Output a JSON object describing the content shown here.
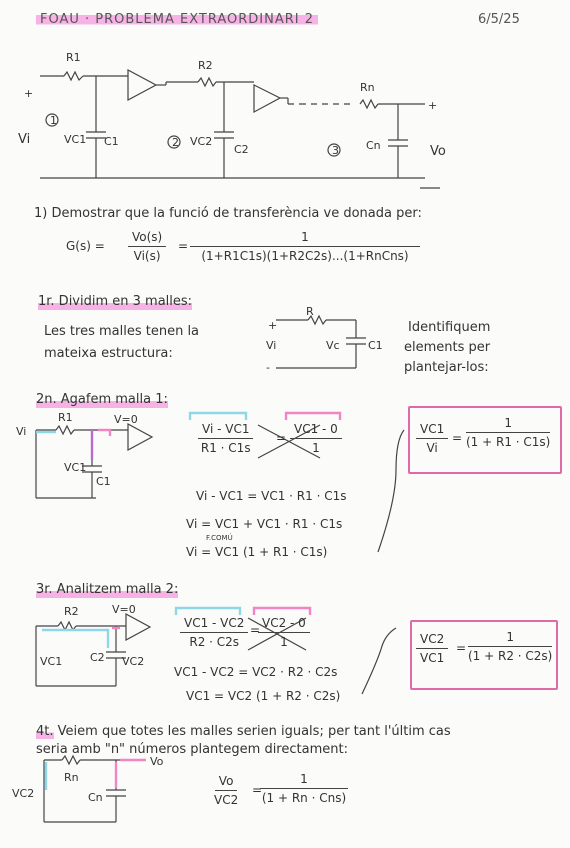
{
  "header": {
    "title": "FOAU · PROBLEMA EXTRAORDINARI 2",
    "date": "6/5/25"
  },
  "circuit": {
    "r1": "R1",
    "r2": "R2",
    "rn": "Rn",
    "c1": "C1",
    "c2": "C2",
    "cn": "Cn",
    "vi": "Vi",
    "vc1": "VC1",
    "vc2": "VC2",
    "vo": "Vo",
    "plus": "+",
    "minus": "-",
    "stage1": "1",
    "stage2": "2",
    "stage3": "3"
  },
  "q1": {
    "statement": "1) Demostrar que la funció de transferència ve donada per:",
    "lhs_num": "Vo(s)",
    "lhs_den": "Vi(s)",
    "g": "G(s) =",
    "rhs_num": "1",
    "rhs_den": "(1+R1C1s)(1+R2C2s)...(1+RnCns)"
  },
  "step1": {
    "heading": "1r. Dividim en 3 malles:",
    "text1": "Les tres malles tenen la",
    "text2": "mateixa estructura:",
    "note1": "Identifiquem",
    "note2": "elements per",
    "note3": "plantejar-los:",
    "r": "R",
    "vi": "Vi",
    "vc": "Vc",
    "c1": "C1"
  },
  "step2": {
    "heading": "2n. Agafem malla 1:",
    "vi": "Vi",
    "r1": "R1",
    "v0": "V=0",
    "vc1": "VC1",
    "c1": "C1",
    "eq_num_l": "Vi - VC1",
    "eq_den_l": "R1 · C1s",
    "eq_num_r": "VC1 - 0",
    "eq_den_r": "1",
    "line1": "Vi - VC1 = VC1 · R1 · C1s",
    "line2": "Vi = VC1 + VC1 · R1 · C1s",
    "line3": "Vi = VC1 (1 + R1 · C1s)",
    "comu": "F.COMÚ",
    "res_num": "VC1",
    "res_den": "Vi",
    "res_rnum": "1",
    "res_rden": "(1 + R1 · C1s)"
  },
  "step3": {
    "heading": "3r. Analitzem malla 2:",
    "r2": "R2",
    "v0": "V=0",
    "vc1": "VC1",
    "c2": "C2",
    "vc2": "VC2",
    "eq_num_l": "VC1 - VC2",
    "eq_den_l": "R2 · C2s",
    "eq_num_r": "VC2 - 0",
    "eq_den_r": "1",
    "line1": "VC1 - VC2 = VC2 · R2 · C2s",
    "line2": "VC1 = VC2 (1 + R2 · C2s)",
    "res_num": "VC2",
    "res_den": "VC1",
    "res_rnum": "1",
    "res_rden": "(1 + R2 · C2s)"
  },
  "step4": {
    "heading": "4t.",
    "text1": "Veiem que totes les malles serien iguals; per tant l'últim cas",
    "text2": "seria amb \"n\" números plantegem directament:",
    "rn": "Rn",
    "vo": "Vo",
    "vc2": "VC2",
    "cn": "Cn",
    "res_num": "Vo",
    "res_den": "VC2",
    "res_rnum": "1",
    "res_rden": "(1 + Rn · Cns)"
  }
}
